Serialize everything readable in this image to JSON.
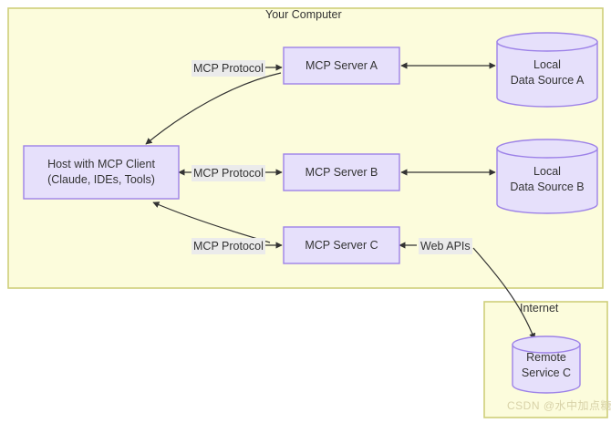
{
  "diagram": {
    "type": "architecture-flow",
    "groups": [
      {
        "id": "your-computer",
        "label": "Your Computer"
      },
      {
        "id": "internet",
        "label": "Internet"
      }
    ],
    "nodes": [
      {
        "id": "host",
        "label_line1": "Host with MCP Client",
        "label_line2": "(Claude, IDEs, Tools)",
        "shape": "rect"
      },
      {
        "id": "server-a",
        "label_line1": "MCP Server A",
        "label_line2": "",
        "shape": "rect"
      },
      {
        "id": "server-b",
        "label_line1": "MCP Server B",
        "label_line2": "",
        "shape": "rect"
      },
      {
        "id": "server-c",
        "label_line1": "MCP Server C",
        "label_line2": "",
        "shape": "rect"
      },
      {
        "id": "local-a",
        "label_line1": "Local",
        "label_line2": "Data Source A",
        "shape": "cylinder"
      },
      {
        "id": "local-b",
        "label_line1": "Local",
        "label_line2": "Data Source B",
        "shape": "cylinder"
      },
      {
        "id": "remote-c",
        "label_line1": "Remote",
        "label_line2": "Service C",
        "shape": "cylinder"
      }
    ],
    "edges": [
      {
        "id": "host-server-a",
        "label": "MCP Protocol",
        "from": "host",
        "to": "server-a"
      },
      {
        "id": "host-server-b",
        "label": "MCP Protocol",
        "from": "host",
        "to": "server-b"
      },
      {
        "id": "host-server-c",
        "label": "MCP Protocol",
        "from": "host",
        "to": "server-c"
      },
      {
        "id": "server-c-remote",
        "label": "Web APIs",
        "from": "server-c",
        "to": "remote-c"
      }
    ]
  },
  "watermark": {
    "text": "CSDN @水中加点糖"
  },
  "colors": {
    "group_fill": "#fcfcdc",
    "group_stroke": "#cfcf7a",
    "node_fill": "#e6e0fb",
    "node_stroke": "#9d82e8",
    "edge_stroke": "#333333",
    "label_bg": "#ebebeb",
    "text": "#333333",
    "watermark": "#d8d2a8"
  }
}
